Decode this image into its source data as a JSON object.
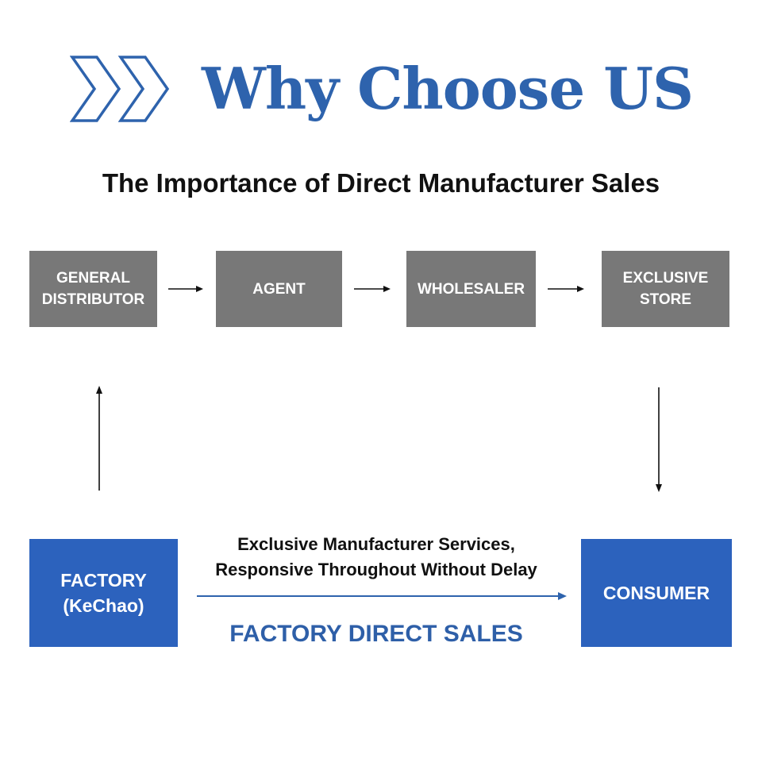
{
  "header": {
    "title": "Why Choose US",
    "subtitle": "The Importance of Direct Manufacturer Sales",
    "chevron_icon": "double-chevron-right",
    "accent_color": "#2e63ad"
  },
  "chain": [
    {
      "line1": "GENERAL",
      "line2": "DISTRIBUTOR"
    },
    {
      "line1": "AGENT",
      "line2": ""
    },
    {
      "line1": "WHOLESALER",
      "line2": ""
    },
    {
      "line1": "EXCLUSIVE",
      "line2": "STORE"
    }
  ],
  "factory": {
    "line1": "FACTORY",
    "line2": "(KeChao)"
  },
  "consumer": {
    "label": "CONSUMER"
  },
  "direct": {
    "service_line1": "Exclusive Manufacturer Services,",
    "service_line2": "Responsive Throughout Without Delay",
    "label": "FACTORY DIRECT SALES"
  },
  "colors": {
    "gray_box": "#787878",
    "blue_box": "#2c62bd",
    "direct_text": "#2e5fa8"
  }
}
